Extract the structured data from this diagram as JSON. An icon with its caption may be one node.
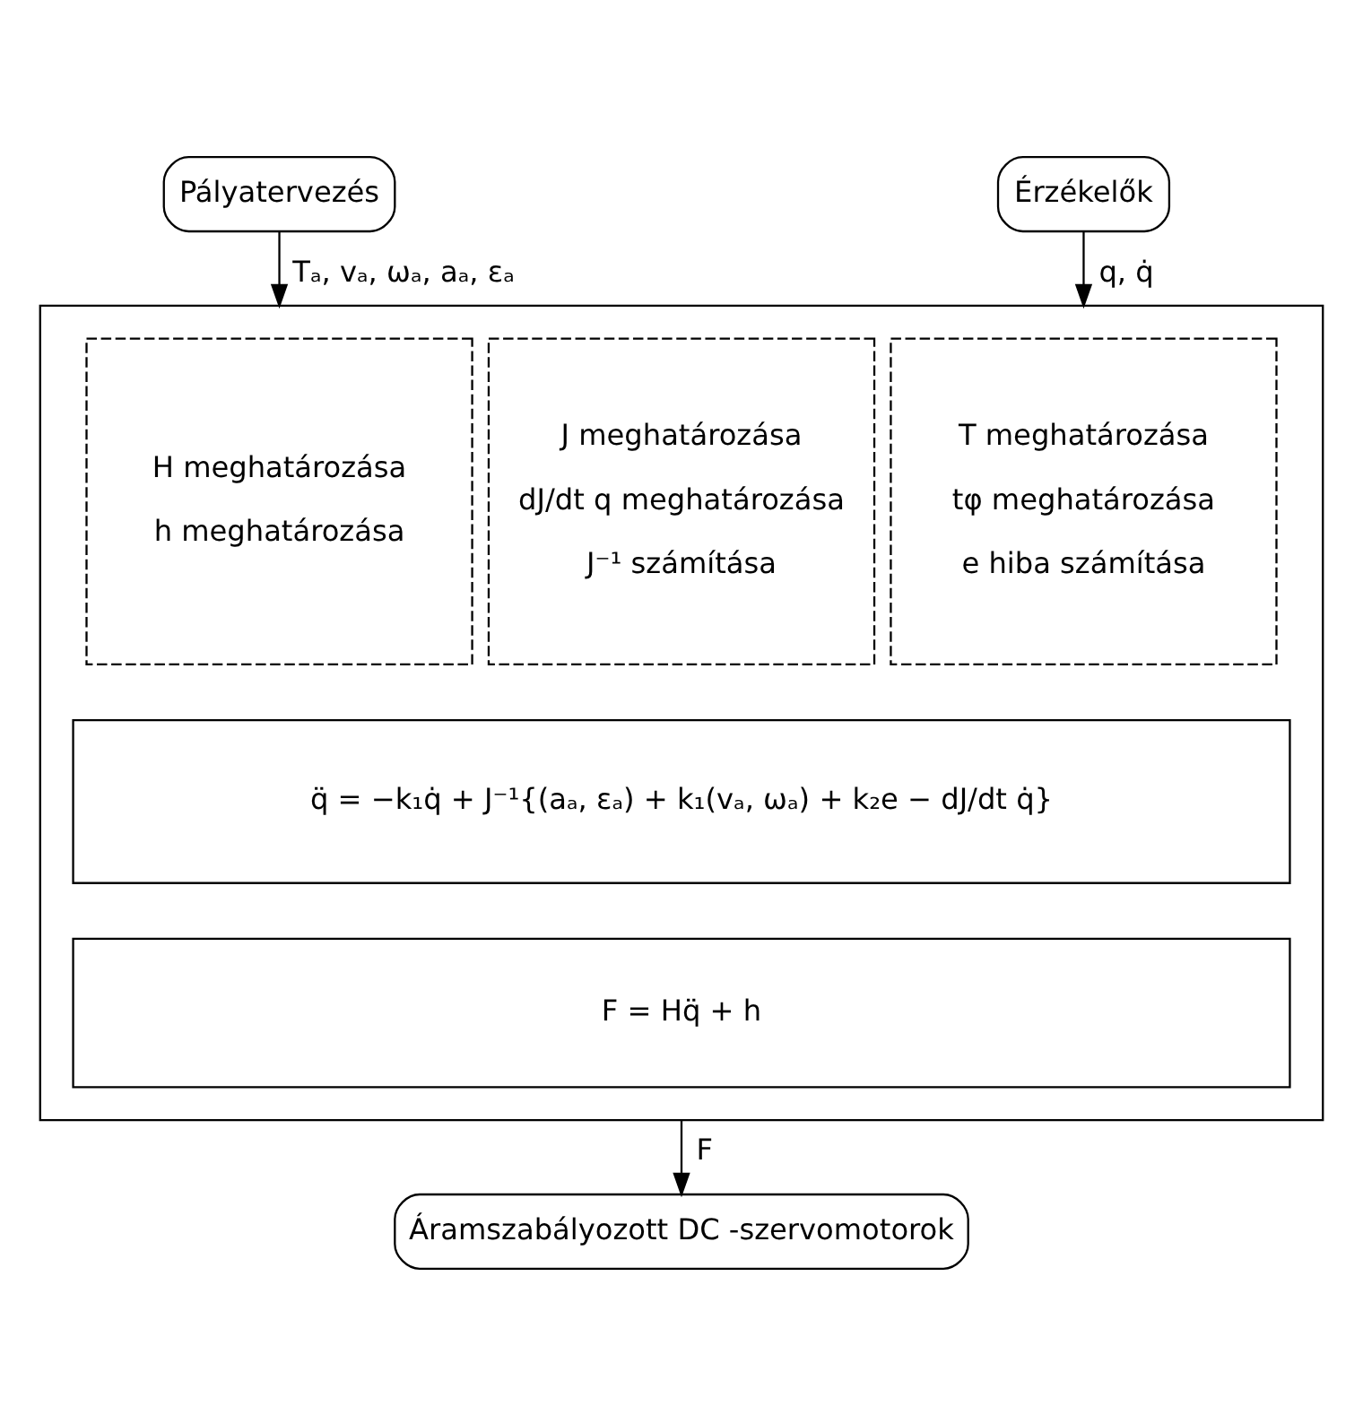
{
  "diagram": {
    "nodes": [
      {
        "text": [
          "Pályatervezés"
        ]
      },
      {
        "text": [
          "Érzékelők"
        ]
      },
      {
        "text": [],
        "shape": "box"
      },
      {
        "text": [
          "H meghatározása",
          "h meghatározása"
        ],
        "in": 2
      },
      {
        "text": [
          "J meghatározása",
          "dJ/dt q meghatározása",
          "J⁻¹ számítása"
        ],
        "in": 2
      },
      {
        "text": [
          "T meghatározása",
          "tφ meghatározása",
          "e hiba számítása"
        ],
        "in": 2
      },
      {
        "text": [
          "q̈ = −k₁q̇ + J⁻¹{(aₐ, εₐ) + k₁(vₐ, ωₐ) + k₂e − dJ/dt q̇}"
        ],
        "in": 2
      },
      {
        "text": [
          "F = Hq̈ + h"
        ],
        "in": 2
      },
      {
        "text": [
          "Áramszabályozott DC -szervomotorok"
        ]
      }
    ],
    "edges": [
      {
        "from": 0,
        "to": 2,
        "arrow": "to",
        "label": "Tₐ, vₐ, ωₐ, aₐ, εₐ"
      },
      {
        "from": 1,
        "to": 2,
        "arrow": "to",
        "label": "q, q̇"
      },
      {
        "from": 2,
        "to": 8,
        "arrow": "to",
        "label": "F"
      }
    ]
  }
}
